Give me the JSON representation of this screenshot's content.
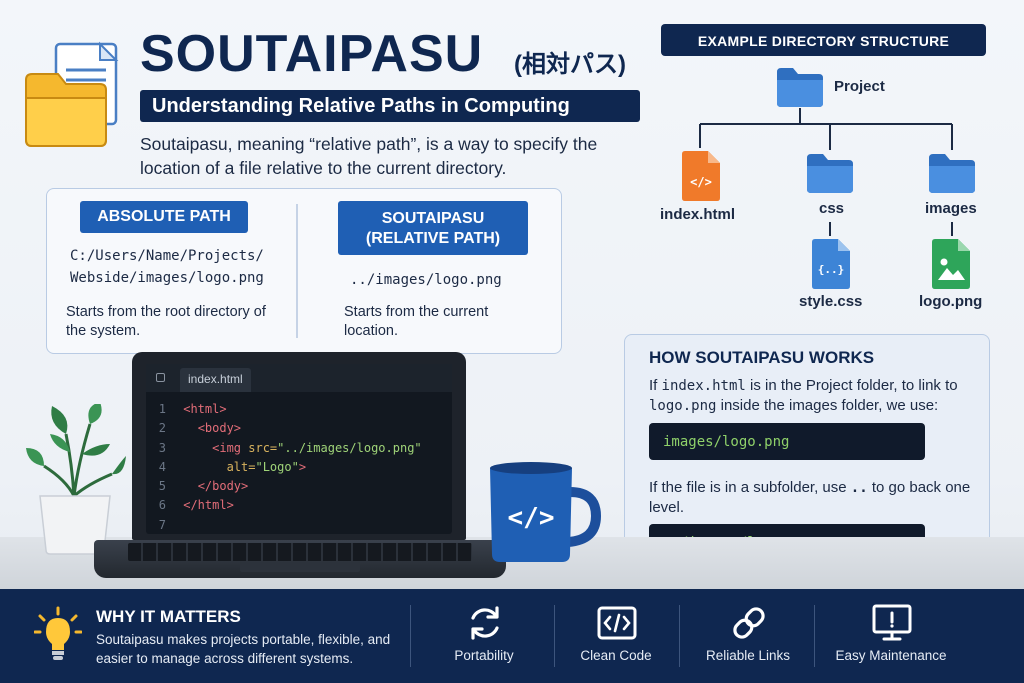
{
  "header": {
    "title": "SOUTAIPASU",
    "title_jp": "(相対パス)",
    "subtitle": "Understanding Relative Paths in Computing",
    "intro": "Soutaipasu, meaning “relative path”, is a way to specify the location of a file relative to the current directory."
  },
  "comparison": {
    "absolute": {
      "label": "ABSOLUTE PATH",
      "path_line1": "C:/Users/Name/Projects/",
      "path_line2": "Webside/images/logo.png",
      "description": "Starts from the root directory of the system."
    },
    "relative": {
      "label_line1": "SOUTAIPASU",
      "label_line2": "(RELATIVE PATH)",
      "path": "../images/logo.png",
      "description": "Starts from the current location."
    }
  },
  "directory": {
    "header": "EXAMPLE DIRECTORY STRUCTURE",
    "root": "Project",
    "children": [
      "index.html",
      "css",
      "images"
    ],
    "css_child": "style.css",
    "images_child": "logo.png",
    "css_file_glyph": "{..}",
    "html_file_glyph": "</>"
  },
  "laptop": {
    "tab": "index.html",
    "line_numbers": [
      "1",
      "2",
      "3",
      "4",
      "5",
      "6",
      "7"
    ],
    "code": {
      "l1_tag": "<html>",
      "l2_tag": "<body>",
      "l3_tag": "<img",
      "l3_attr": " src=",
      "l3_str": "\"../images/logo.png\"",
      "l4_attr": "alt=",
      "l4_str": "\"Logo\"",
      "l4_end": ">",
      "l5_tag": "</body>",
      "l6_tag": "</html>"
    }
  },
  "mug": {
    "glyph": "</>"
  },
  "how": {
    "title": "HOW SOUTAIPASU WORKS",
    "text1_pre": "If ",
    "text1_code1": "index.html",
    "text1_mid": " is in the Project folder, to link to ",
    "text1_code2": "logo.png",
    "text1_post": " inside the images folder, we use:",
    "code1": "images/logo.png",
    "text2_pre": "If the file is in a subfolder, use ",
    "text2_code": "..",
    "text2_post": " to go back one level.",
    "code2": "../images/logo.png"
  },
  "footer": {
    "why_title": "WHY IT MATTERS",
    "why_text": "Soutaipasu makes projects portable, flexible, and easier to manage across different systems.",
    "features": [
      {
        "label": "Portability",
        "icon": "refresh-icon"
      },
      {
        "label": "Clean Code",
        "icon": "code-window-icon"
      },
      {
        "label": "Reliable Links",
        "icon": "link-icon"
      },
      {
        "label": "Easy Maintenance",
        "icon": "monitor-icon"
      }
    ]
  },
  "colors": {
    "navy": "#0f2750",
    "accent_blue": "#1f5fb4",
    "folder_blue": "#3d84d6",
    "html_orange": "#f07a2a",
    "code_green": "#8fd16a"
  }
}
